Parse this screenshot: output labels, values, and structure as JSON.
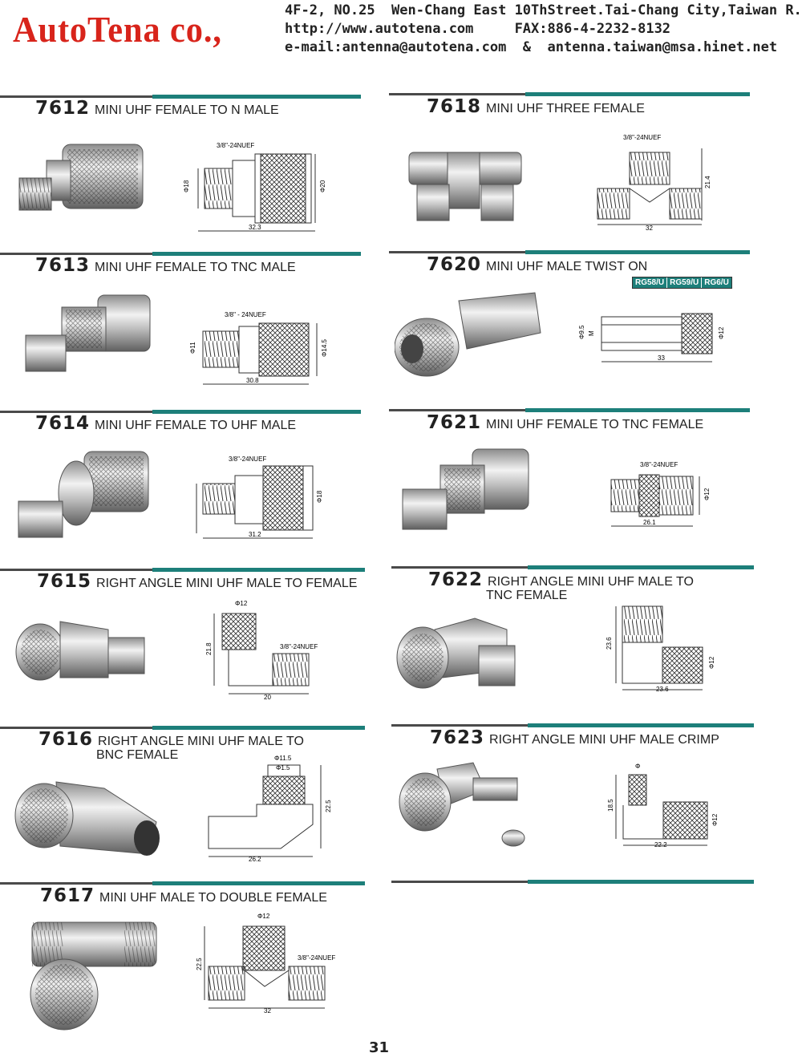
{
  "header": {
    "brand": "AutoTena co.,",
    "address": "4F-2, NO.25  Wen-Chang East 10ThStreet.Tai-Chang City,Taiwan R.O.C.",
    "web_fax": "http://www.autotena.com     FAX:886-4-2232-8132",
    "email": "e-mail:antenna@autotena.com  &  antenna.taiwan@msa.hinet.net"
  },
  "colors": {
    "brand_red": "#d8241b",
    "accent_teal": "#1d7f7a",
    "rule_gray": "#4a4a4a"
  },
  "products": [
    {
      "code": "7612",
      "name": "MINI UHF FEMALE TO N MALE",
      "thread": "3/8\"-24NUEF",
      "dims": [
        "Φ18",
        "Φ20",
        "32.3"
      ]
    },
    {
      "code": "7618",
      "name": "MINI UHF THREE FEMALE",
      "thread": "3/8\"-24NUEF",
      "dims": [
        "21.4",
        "32"
      ]
    },
    {
      "code": "7613",
      "name": "MINI UHF FEMALE TO TNC MALE",
      "thread": "3/8\" - 24NUEF",
      "dims": [
        "Φ11",
        "Φ14.5",
        "30.8"
      ]
    },
    {
      "code": "7620",
      "name": "MINI UHF MALE TWIST ON",
      "cables": [
        "RG58/U",
        "RG59/U",
        "RG6/U"
      ],
      "dims": [
        "Φ9.5",
        "M",
        "Φ12",
        "33"
      ]
    },
    {
      "code": "7614",
      "name": "MINI UHF FEMALE TO UHF MALE",
      "thread": "3/8\"-24NUEF",
      "dims": [
        "Φ18",
        "31.2"
      ]
    },
    {
      "code": "7621",
      "name": "MINI UHF FEMALE TO TNC FEMALE",
      "thread": "3/8\"-24NUEF",
      "dims": [
        "Φ12",
        "26.1"
      ]
    },
    {
      "code": "7615",
      "name": "RIGHT ANGLE MINI UHF MALE TO FEMALE",
      "thread": "3/8\"-24NUEF",
      "dims": [
        "Φ12",
        "21.8",
        "20"
      ]
    },
    {
      "code": "7622",
      "name": "RIGHT ANGLE MINI UHF MALE TO",
      "name2": "TNC FEMALE",
      "dims": [
        "23.6",
        "Φ12",
        "23.6"
      ]
    },
    {
      "code": "7616",
      "name": "RIGHT ANGLE MINI UHF MALE TO",
      "name2": "BNC FEMALE",
      "dims": [
        "Φ11.5",
        "Φ1.5",
        "22.5",
        "26.2"
      ]
    },
    {
      "code": "7623",
      "name": "RIGHT ANGLE MINI UHF MALE CRIMP",
      "dims": [
        "Φ",
        "18.5",
        "Φ12",
        "22.2"
      ]
    },
    {
      "code": "7617",
      "name": "MINI UHF MALE TO DOUBLE FEMALE",
      "thread": "3/8\"-24NUEF",
      "dims": [
        "Φ12",
        "22.5",
        "32"
      ]
    }
  ],
  "page_number": "31"
}
